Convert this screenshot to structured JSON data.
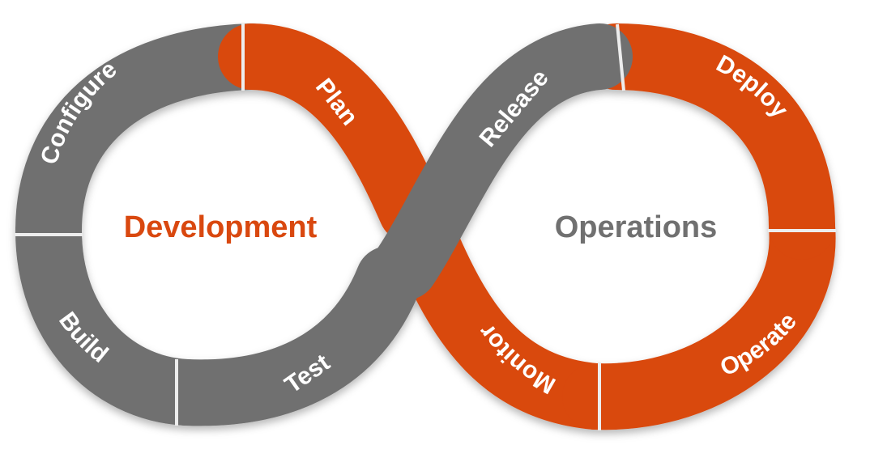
{
  "colors": {
    "orange": "#D9480F",
    "gray": "#707070",
    "seam": "#EDEDED"
  },
  "centers": {
    "development": "Development",
    "operations": "Operations"
  },
  "segments": {
    "configure": "Configure",
    "plan": "Plan",
    "release": "Release",
    "deploy": "Deploy",
    "operate": "Operate",
    "monitor": "Monitor",
    "test": "Test",
    "build": "Build"
  }
}
